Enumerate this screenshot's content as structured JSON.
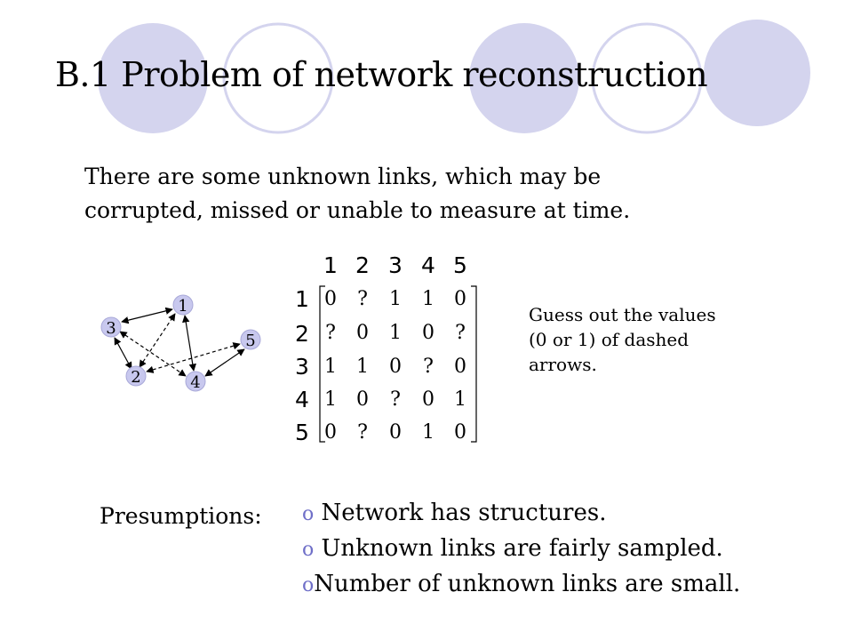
{
  "slide": {
    "title": "B.1 Problem of network reconstruction",
    "intro_lines": [
      "There are some unknown links, which may be",
      "corrupted, missed or unable to measure at time."
    ],
    "decoration_colors": {
      "filled": "#d4d4ee",
      "ring": "#d4d4ee"
    }
  },
  "network": {
    "nodes": [
      "1",
      "2",
      "3",
      "4",
      "5"
    ],
    "solid_links": [
      [
        "3",
        "1"
      ],
      [
        "3",
        "2"
      ],
      [
        "1",
        "4"
      ],
      [
        "4",
        "5"
      ]
    ],
    "dashed_links": [
      [
        "2",
        "1"
      ],
      [
        "3",
        "4"
      ],
      [
        "2",
        "5"
      ]
    ],
    "node_color": "#c8c8ee"
  },
  "matrix": {
    "col_labels": [
      "1",
      "2",
      "3",
      "4",
      "5"
    ],
    "row_labels": [
      "1",
      "2",
      "3",
      "4",
      "5"
    ],
    "rows": [
      [
        "0",
        "?",
        "1",
        "1",
        "0"
      ],
      [
        "?",
        "0",
        "1",
        "0",
        "?"
      ],
      [
        "1",
        "1",
        "0",
        "?",
        "0"
      ],
      [
        "1",
        "0",
        "?",
        "0",
        "1"
      ],
      [
        "0",
        "?",
        "0",
        "1",
        "0"
      ]
    ]
  },
  "guess_note": [
    "Guess out the values",
    "(0 or 1) of dashed",
    "arrows."
  ],
  "presumptions": {
    "label": "Presumptions:",
    "bullet_mark": "o",
    "items": [
      " Network has structures.",
      " Unknown links are fairly sampled.",
      "Number of unknown links are small."
    ]
  }
}
